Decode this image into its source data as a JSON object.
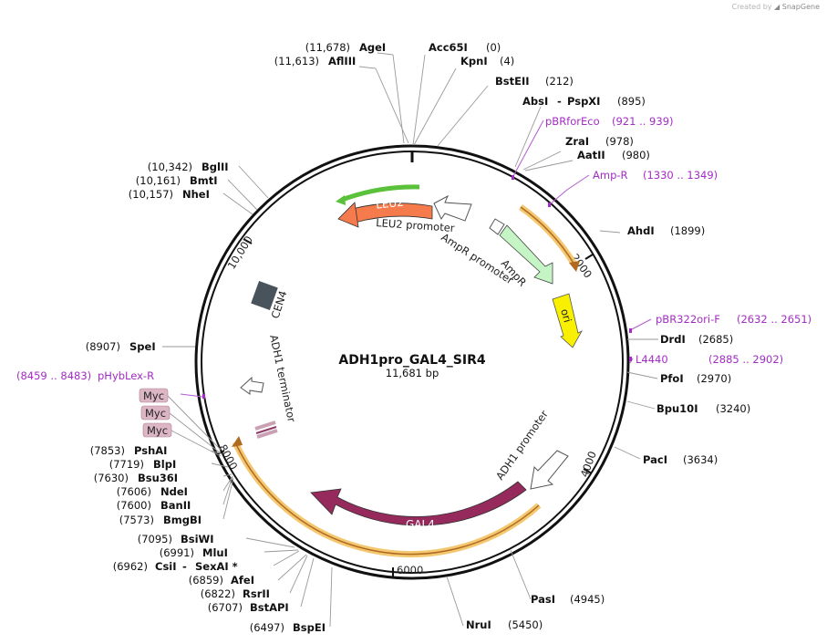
{
  "credit": {
    "prefix": "Created by",
    "brand": "SnapGene"
  },
  "plasmid": {
    "name": "ADH1pro_GAL4_SIR4",
    "length": "11,681 bp"
  },
  "ticks": [
    "2000",
    "4000",
    "6000",
    "8000",
    "10,000"
  ],
  "features": {
    "LEU2": "LEU2",
    "LEU2_promoter": "LEU2 promoter",
    "AmpR_promoter": "AmpR promoter",
    "AmpR": "AmpR",
    "ori": "ori",
    "CEN4": "CEN4",
    "ADH1_terminator": "ADH1 terminator",
    "ADH1_promoter": "ADH1 promoter",
    "GAL4": "GAL4",
    "Myc": [
      "Myc",
      "Myc",
      "Myc"
    ]
  },
  "sites": [
    {
      "name": "AgeI",
      "pos": "(11,678)"
    },
    {
      "name": "AflIII",
      "pos": "(11,613)"
    },
    {
      "name": "Acc65I",
      "pos": "(0)"
    },
    {
      "name": "KpnI",
      "pos": "(4)"
    },
    {
      "name": "BstEII",
      "pos": "(212)"
    },
    {
      "name": "AbsI",
      "pos": ""
    },
    {
      "name": "PspXI",
      "pos": "(895)"
    },
    {
      "name": "ZraI",
      "pos": "(978)"
    },
    {
      "name": "AatII",
      "pos": "(980)"
    },
    {
      "name": "AhdI",
      "pos": "(1899)"
    },
    {
      "name": "DrdI",
      "pos": "(2685)"
    },
    {
      "name": "PfoI",
      "pos": "(2970)"
    },
    {
      "name": "Bpu10I",
      "pos": "(3240)"
    },
    {
      "name": "PacI",
      "pos": "(3634)"
    },
    {
      "name": "PasI",
      "pos": "(4945)"
    },
    {
      "name": "NruI",
      "pos": "(5450)"
    },
    {
      "name": "BspEI",
      "pos": "(6497)"
    },
    {
      "name": "BstAPI",
      "pos": "(6707)"
    },
    {
      "name": "RsrII",
      "pos": "(6822)"
    },
    {
      "name": "AfeI",
      "pos": "(6859)"
    },
    {
      "name": "CsiI",
      "pos": "(6962)"
    },
    {
      "name": "SexAI *",
      "pos": ""
    },
    {
      "name": "MluI",
      "pos": "(6991)"
    },
    {
      "name": "BsiWI",
      "pos": "(7095)"
    },
    {
      "name": "BmgBI",
      "pos": "(7573)"
    },
    {
      "name": "BanII",
      "pos": "(7600)"
    },
    {
      "name": "NdeI",
      "pos": "(7606)"
    },
    {
      "name": "Bsu36I",
      "pos": "(7630)"
    },
    {
      "name": "BlpI",
      "pos": "(7719)"
    },
    {
      "name": "PshAI",
      "pos": "(7853)"
    },
    {
      "name": "SpeI",
      "pos": "(8907)"
    },
    {
      "name": "NheI",
      "pos": "(10,157)"
    },
    {
      "name": "BmtI",
      "pos": "(10,161)"
    },
    {
      "name": "BglII",
      "pos": "(10,342)"
    }
  ],
  "primers": [
    {
      "name": "pBRforEco",
      "range": "(921 .. 939)"
    },
    {
      "name": "Amp-R",
      "range": "(1330 .. 1349)"
    },
    {
      "name": "pBR322ori-F",
      "range": "(2632 .. 2651)"
    },
    {
      "name": "L4440",
      "range": "(2885 .. 2902)"
    },
    {
      "name": "pHybLex-R",
      "range": "(8459 .. 8483)"
    }
  ]
}
